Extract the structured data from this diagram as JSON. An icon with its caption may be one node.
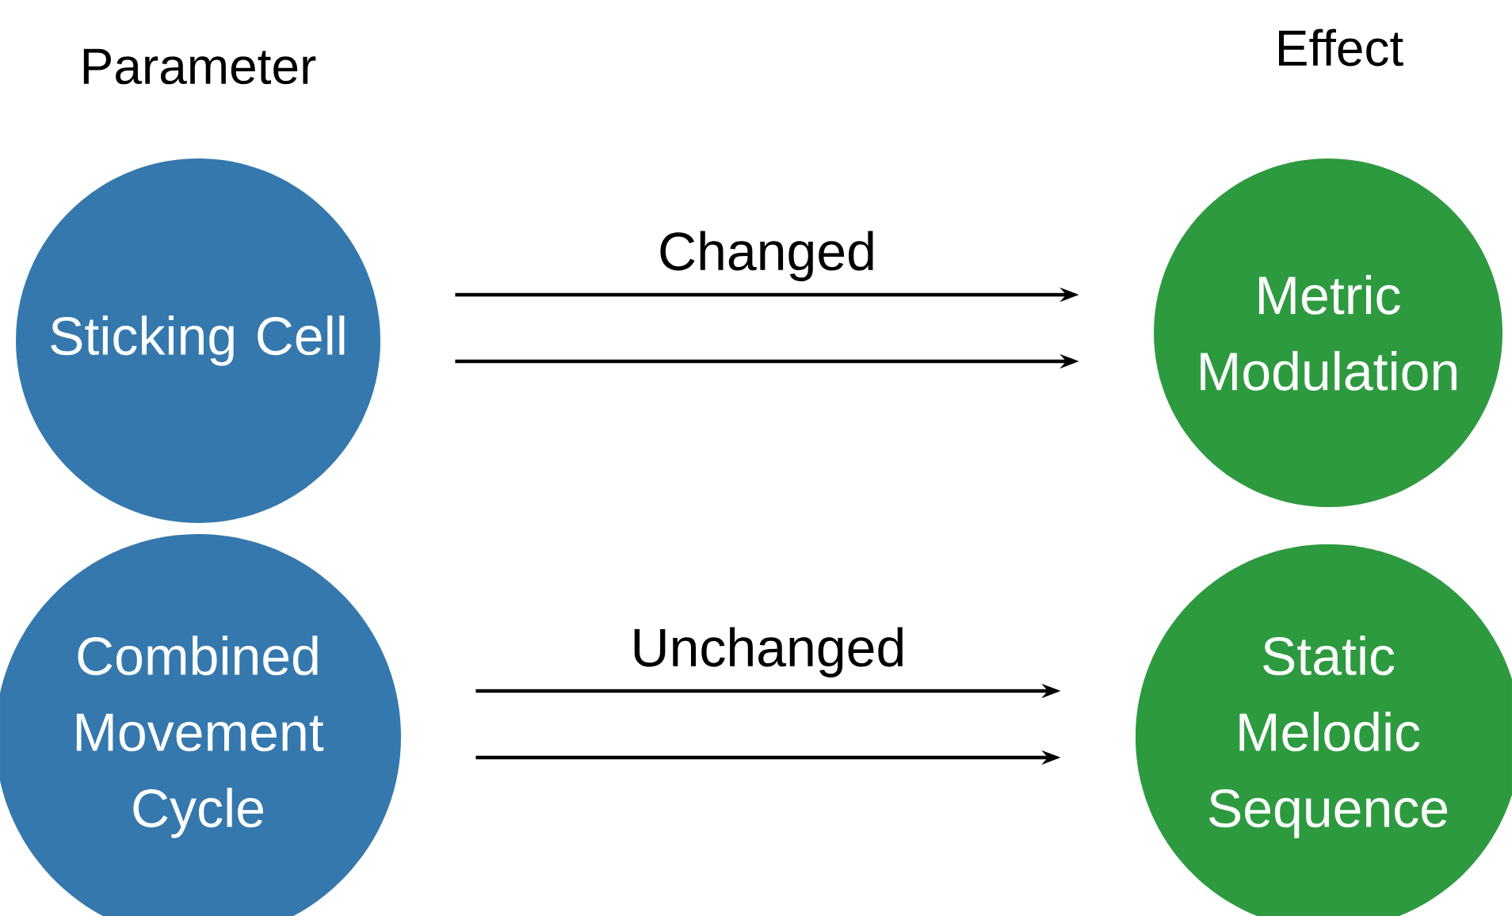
{
  "diagram": {
    "nodes": [
      {
        "text": [
          "Sticking Cell"
        ]
      },
      {
        "text": [
          "Metric Modulation"
        ]
      },
      {
        "text": [
          "Combined Movement Cycle"
        ]
      },
      {
        "text": [
          "Static Melodic Sequence"
        ]
      }
    ],
    "edges": [
      {
        "from": 0,
        "to": 1,
        "arrow": "to",
        "label": "Changed"
      },
      {
        "from": 0,
        "to": 1,
        "arrow": "to"
      },
      {
        "from": 2,
        "to": 3,
        "arrow": "to",
        "label": "Unchanged"
      },
      {
        "from": 2,
        "to": 3,
        "arrow": "to"
      }
    ],
    "labels": [
      "Parameter",
      "Effect"
    ]
  }
}
